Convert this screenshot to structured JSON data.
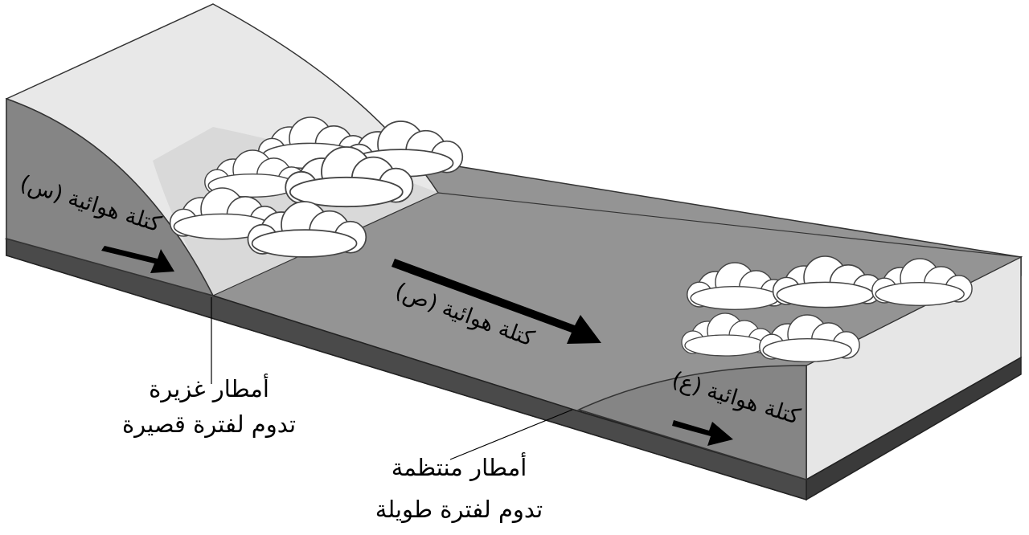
{
  "air_mass_x": {
    "label": "كتلة هوائية (س)"
  },
  "air_mass_y": {
    "label": "كتلة هوائية (ص)"
  },
  "air_mass_z": {
    "label": "كتلة هوائية (ع)"
  },
  "cold_front_rain": {
    "line1": "أمطار غزيرة",
    "line2": "تدوم لفترة قصيرة"
  },
  "warm_front_rain": {
    "line1": "أمطار منتظمة",
    "line2": "تدوم لفترة طويلة"
  },
  "colors": {
    "ground_top": "#949494",
    "ground_front": "#4a4a4a",
    "cold_mass_side": "#858585",
    "air_face_light": "#e6e6e6",
    "cloud": "#ffffff",
    "arrow": "#000000"
  }
}
